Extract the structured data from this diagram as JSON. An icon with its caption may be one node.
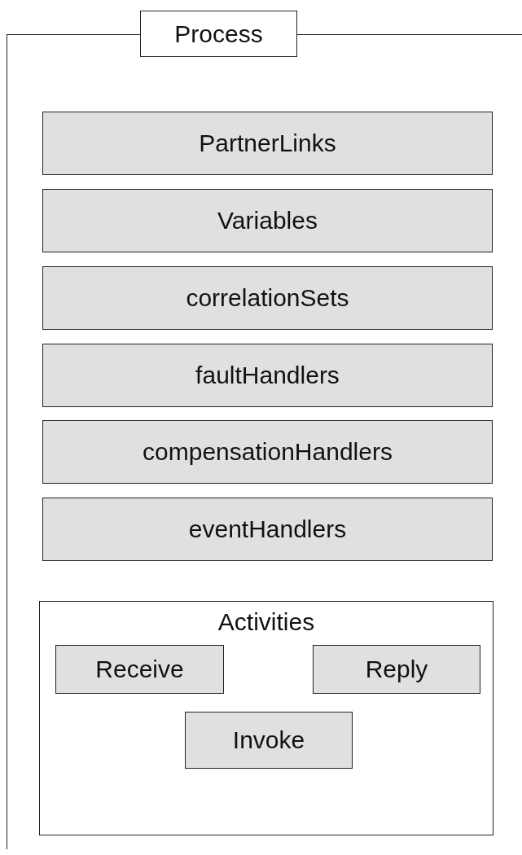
{
  "diagram": {
    "nodes": [
      {
        "text": [
          "Process"
        ]
      },
      {
        "text": [
          "PartnerLinks"
        ],
        "in": 0
      },
      {
        "text": [
          "Variables"
        ],
        "in": 0
      },
      {
        "text": [
          "correlationSets"
        ],
        "in": 0
      },
      {
        "text": [
          "faultHandlers"
        ],
        "in": 0
      },
      {
        "text": [
          "compensationHandlers"
        ],
        "in": 0
      },
      {
        "text": [
          "eventHandlers"
        ],
        "in": 0
      },
      {
        "text": [
          "Activities"
        ],
        "in": 0
      },
      {
        "text": [
          "Receive"
        ],
        "in": 7
      },
      {
        "text": [
          "Reply"
        ],
        "in": 7
      },
      {
        "text": [
          "Invoke"
        ],
        "in": 7
      }
    ]
  }
}
